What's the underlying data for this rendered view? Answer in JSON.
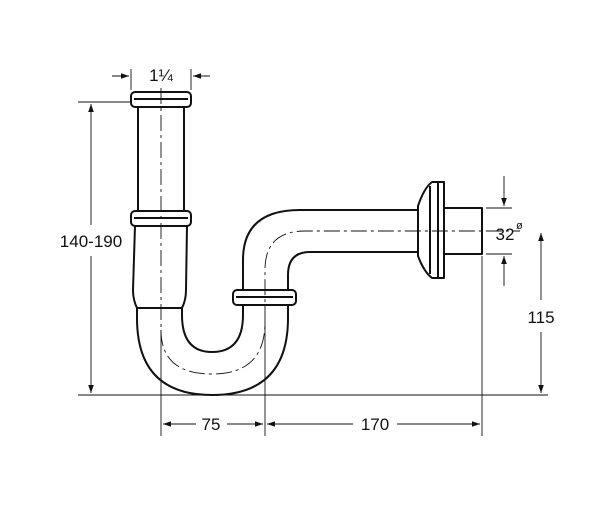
{
  "diagram": {
    "dimensions": {
      "pipe_size": "1¼",
      "height_range": "140-190",
      "outlet_diameter": "32",
      "outlet_diameter_symbol": "ø",
      "outlet_height": "115",
      "trap_width": "75",
      "outlet_length": "170"
    }
  }
}
